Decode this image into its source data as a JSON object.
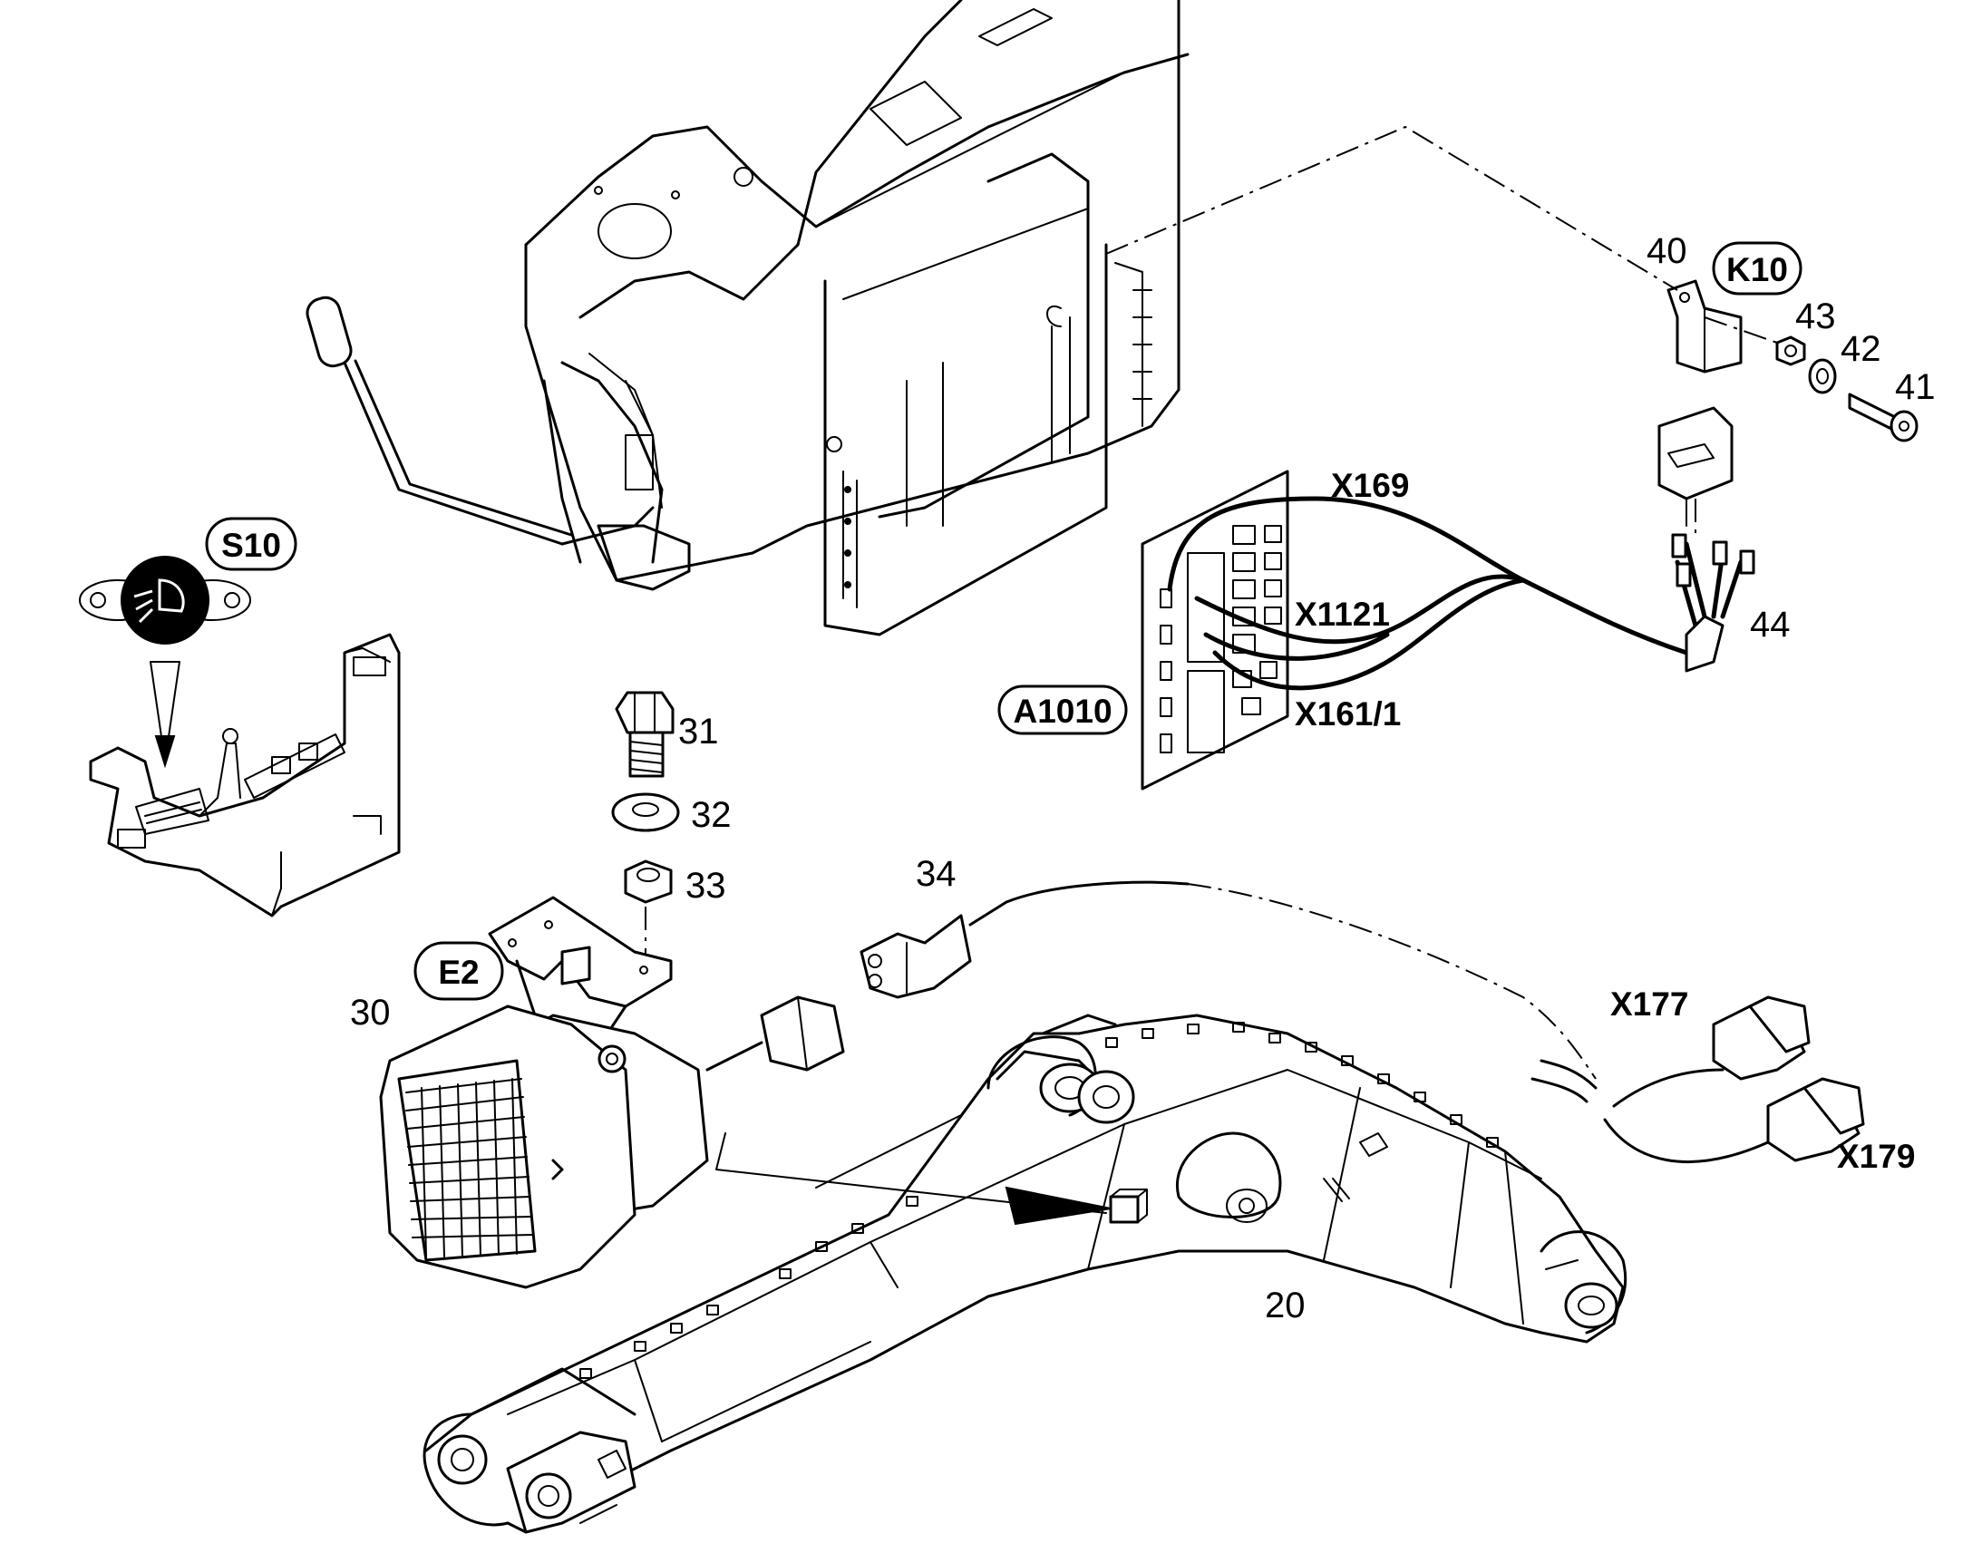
{
  "labels": {
    "s10": "S10",
    "k10": "K10",
    "e2": "E2",
    "a1010": "A1010",
    "x169": "X169",
    "x1121": "X1121",
    "x161_1": "X161/1",
    "x177": "X177",
    "x179": "X179"
  },
  "parts": {
    "p20": "20",
    "p30": "30",
    "p31": "31",
    "p32": "32",
    "p33": "33",
    "p34": "34",
    "p40": "40",
    "p41": "41",
    "p42": "42",
    "p43": "43",
    "p44": "44"
  }
}
